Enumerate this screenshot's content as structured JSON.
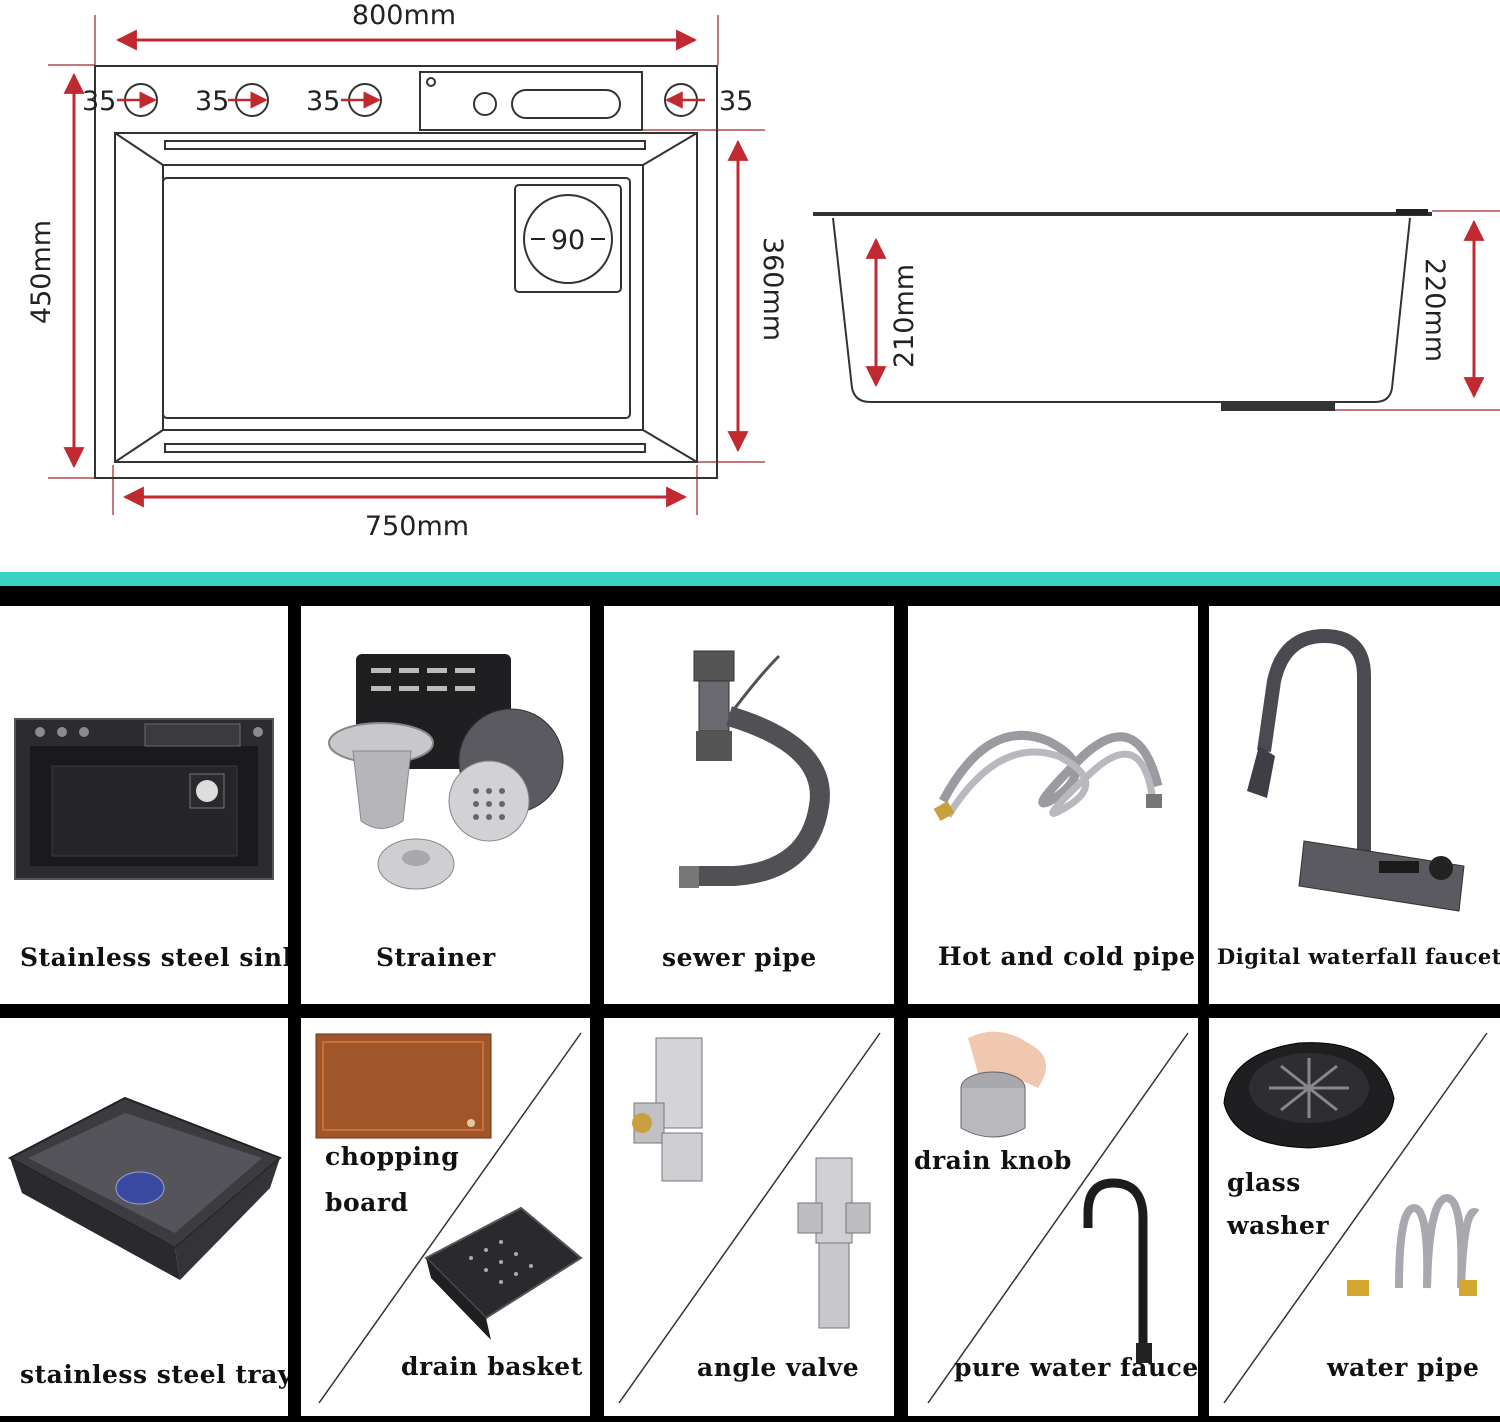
{
  "dimensions": {
    "top_width": "800mm",
    "bottom_width": "750mm",
    "left_height": "450mm",
    "inner_height": "360mm",
    "hole_spacing": [
      "35",
      "35",
      "35",
      "35"
    ],
    "drain_diameter": "90",
    "depth_inner": "210mm",
    "depth_outer": "220mm"
  },
  "colors": {
    "accent_line": "#39d3c6",
    "dimension_arrow": "#c0292f",
    "grid_border": "#000000"
  },
  "accessories": [
    {
      "label": "Stainless steel sink",
      "icon": "sink-icon"
    },
    {
      "label": "Strainer",
      "icon": "strainer-icon"
    },
    {
      "label": "sewer pipe",
      "icon": "sewer-pipe-icon"
    },
    {
      "label": "Hot and cold pipe",
      "icon": "braided-hose-icon"
    },
    {
      "label": "Digital waterfall faucet",
      "icon": "faucet-icon"
    },
    {
      "label": "stainless steel tray",
      "icon": "tray-icon"
    },
    {
      "label": "chopping",
      "label2": "board",
      "label3": "drain basket",
      "icon": "cutting-board-icon"
    },
    {
      "label": "angle valve",
      "icon": "angle-valve-icon"
    },
    {
      "label": "drain knob",
      "label2": "pure water faucet",
      "icon": "drain-knob-icon"
    },
    {
      "label": "glass",
      "label2": "washer",
      "label3": "water pipe",
      "icon": "glass-washer-icon"
    }
  ]
}
